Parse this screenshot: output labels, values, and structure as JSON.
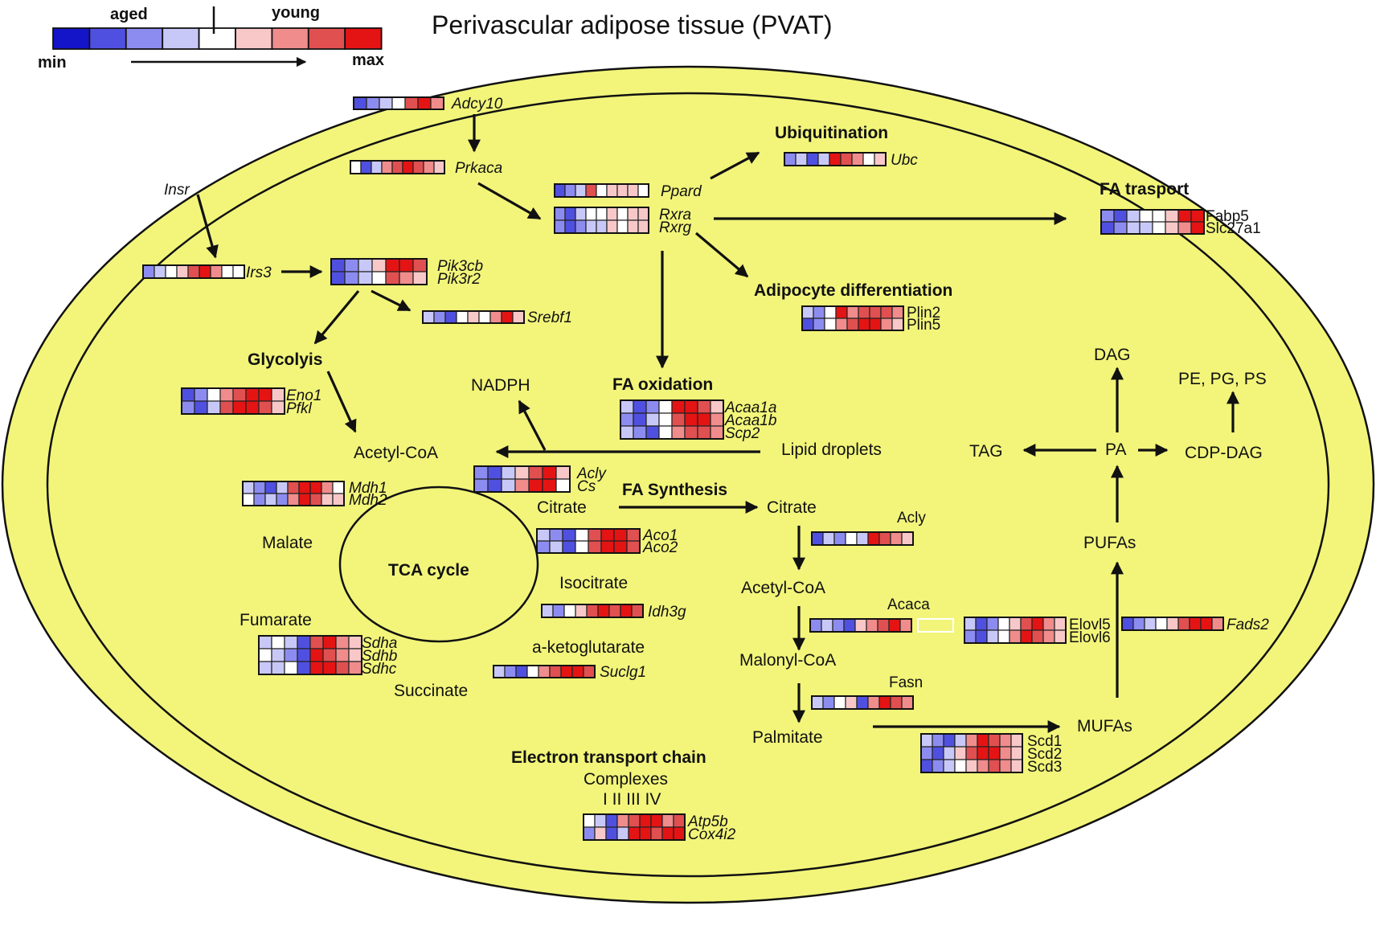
{
  "title": "Perivascular adipose tissue (PVAT)",
  "legend": {
    "aged": "aged",
    "young": "young",
    "min": "min",
    "max": "max",
    "colors": [
      "#1414c8",
      "#5050e0",
      "#8c8cf0",
      "#c8c8f8",
      "#ffffff",
      "#f8c8c8",
      "#f08c8c",
      "#e05050",
      "#e41414"
    ]
  },
  "colors": {
    "cell_background": "#f2f57a",
    "min": "#1a1ad0",
    "max": "#e41818"
  },
  "labels": {
    "ubiquitination": "Ubiquitination",
    "fa_transport": "FA trasport",
    "adipocyte_diff": "Adipocyte differentiation",
    "glycolysis": "Glycolyis",
    "fa_oxidation": "FA oxidation",
    "fa_synthesis": "FA Synthesis",
    "tca_cycle": "TCA cycle",
    "etc": "Electron transport chain",
    "complexes": "Complexes",
    "complex_numerals": "I II III IV",
    "insr": "Insr",
    "nadph": "NADPH",
    "acetyl_coa_left": "Acetyl-CoA",
    "lipid_droplets": "Lipid droplets",
    "citrate_left": "Citrate",
    "citrate_right": "Citrate",
    "malate": "Malate",
    "isocitrate": "Isocitrate",
    "fumarate": "Fumarate",
    "a_ketoglutarate": "a-ketoglutarate",
    "succinate": "Succinate",
    "acetyl_coa_right": "Acetyl-CoA",
    "malonyl_coa": "Malonyl-CoA",
    "palmitate": "Palmitate",
    "mufas": "MUFAs",
    "pufas": "PUFAs",
    "pa": "PA",
    "tag": "TAG",
    "dag": "DAG",
    "cdp_dag": "CDP-DAG",
    "pe_pg_ps": "PE, PG, PS"
  },
  "heatmaps": [
    {
      "id": "adcy10",
      "genes": [
        "Adcy10"
      ],
      "italic": true,
      "rows": [
        [
          1,
          2,
          3,
          4,
          7,
          8,
          6
        ]
      ]
    },
    {
      "id": "prkaca",
      "genes": [
        "Prkaca"
      ],
      "italic": true,
      "rows": [
        [
          4,
          1,
          3,
          6,
          7,
          8,
          7,
          6,
          5
        ]
      ]
    },
    {
      "id": "ppard",
      "genes": [
        "Ppard"
      ],
      "italic": true,
      "rows": [
        [
          1,
          2,
          3,
          7,
          4,
          5,
          5,
          5,
          4
        ]
      ]
    },
    {
      "id": "rxra",
      "genes": [
        "Rxra",
        "Rxrg"
      ],
      "italic": true,
      "rows": [
        [
          2,
          1,
          3,
          4,
          4,
          5,
          4,
          5,
          5
        ],
        [
          2,
          1,
          2,
          3,
          3,
          5,
          4,
          5,
          5
        ]
      ]
    },
    {
      "id": "ubc",
      "genes": [
        "Ubc"
      ],
      "italic": true,
      "rows": [
        [
          2,
          3,
          1,
          3,
          8,
          7,
          6,
          4,
          5
        ]
      ]
    },
    {
      "id": "fabp5",
      "genes": [
        "Fabp5",
        "Slc27a1"
      ],
      "italic": false,
      "rows": [
        [
          2,
          1,
          3,
          4,
          4,
          5,
          8,
          8
        ],
        [
          1,
          2,
          3,
          3,
          4,
          5,
          6,
          8
        ]
      ]
    },
    {
      "id": "irs3",
      "genes": [
        "Irs3"
      ],
      "italic": true,
      "rows": [
        [
          2,
          3,
          4,
          5,
          7,
          8,
          6,
          4,
          4
        ]
      ]
    },
    {
      "id": "pik3cb",
      "genes": [
        "Pik3cb",
        "Pik3r2"
      ],
      "italic": true,
      "rows": [
        [
          1,
          2,
          3,
          5,
          8,
          8,
          7
        ],
        [
          1,
          2,
          3,
          4,
          7,
          6,
          5
        ]
      ]
    },
    {
      "id": "srebf1",
      "genes": [
        "Srebf1"
      ],
      "italic": true,
      "rows": [
        [
          3,
          2,
          1,
          4,
          5,
          4,
          6,
          8,
          5
        ]
      ]
    },
    {
      "id": "plin",
      "genes": [
        "Plin2",
        "Plin5"
      ],
      "italic": false,
      "rows": [
        [
          3,
          2,
          4,
          8,
          6,
          7,
          7,
          7,
          6
        ],
        [
          1,
          2,
          4,
          6,
          7,
          8,
          8,
          6,
          5
        ]
      ]
    },
    {
      "id": "eno1",
      "genes": [
        "Eno1",
        "Pfkl"
      ],
      "italic": true,
      "rows": [
        [
          1,
          2,
          4,
          6,
          7,
          8,
          8,
          5
        ],
        [
          2,
          1,
          3,
          7,
          8,
          8,
          7,
          5
        ]
      ]
    },
    {
      "id": "acaa",
      "genes": [
        "Acaa1a",
        "Acaa1b",
        "Scp2"
      ],
      "italic": true,
      "rows": [
        [
          3,
          1,
          2,
          4,
          8,
          8,
          7,
          5
        ],
        [
          2,
          1,
          3,
          4,
          7,
          8,
          8,
          6
        ],
        [
          3,
          2,
          1,
          4,
          6,
          7,
          7,
          6
        ]
      ]
    },
    {
      "id": "acly_cs",
      "genes": [
        "Acly",
        "Cs"
      ],
      "italic": true,
      "rows": [
        [
          2,
          1,
          3,
          5,
          7,
          8,
          5
        ],
        [
          2,
          1,
          3,
          6,
          8,
          8,
          4
        ]
      ]
    },
    {
      "id": "mdh",
      "genes": [
        "Mdh1",
        "Mdh2"
      ],
      "italic": true,
      "rows": [
        [
          3,
          2,
          1,
          3,
          7,
          8,
          8,
          6,
          4
        ],
        [
          4,
          2,
          3,
          2,
          6,
          8,
          7,
          5,
          5
        ]
      ]
    },
    {
      "id": "aco",
      "genes": [
        "Aco1",
        "Aco2"
      ],
      "italic": true,
      "rows": [
        [
          3,
          2,
          1,
          4,
          7,
          8,
          8,
          7
        ],
        [
          2,
          3,
          1,
          4,
          7,
          8,
          8,
          7
        ]
      ]
    },
    {
      "id": "idh3g",
      "genes": [
        "Idh3g"
      ],
      "italic": true,
      "rows": [
        [
          3,
          2,
          4,
          5,
          7,
          8,
          7,
          8,
          7
        ]
      ]
    },
    {
      "id": "sdh",
      "genes": [
        "Sdha",
        "Sdhb",
        "Sdhc"
      ],
      "italic": true,
      "rows": [
        [
          3,
          4,
          3,
          1,
          7,
          8,
          6,
          5
        ],
        [
          4,
          3,
          2,
          1,
          8,
          7,
          6,
          5
        ],
        [
          3,
          3,
          4,
          1,
          8,
          8,
          7,
          6
        ]
      ]
    },
    {
      "id": "suclg1",
      "genes": [
        "Suclg1"
      ],
      "italic": true,
      "rows": [
        [
          3,
          2,
          1,
          4,
          6,
          7,
          8,
          8,
          7
        ]
      ]
    },
    {
      "id": "acly2",
      "genes": [
        "Acly"
      ],
      "italic": false,
      "rows": [
        [
          1,
          3,
          2,
          4,
          3,
          8,
          7,
          6,
          5
        ]
      ]
    },
    {
      "id": "acaca",
      "genes": [
        "Acaca"
      ],
      "italic": false,
      "rows": [
        [
          2,
          3,
          2,
          1,
          5,
          6,
          7,
          8,
          6
        ]
      ]
    },
    {
      "id": "elovl",
      "genes": [
        "Elovl5",
        "Elovl6"
      ],
      "italic": false,
      "rows": [
        [
          3,
          1,
          2,
          4,
          5,
          7,
          8,
          6,
          5
        ],
        [
          2,
          1,
          3,
          4,
          6,
          8,
          7,
          6,
          5
        ]
      ]
    },
    {
      "id": "fads2",
      "genes": [
        "Fads2"
      ],
      "italic": true,
      "rows": [
        [
          1,
          2,
          3,
          4,
          5,
          7,
          8,
          8,
          6
        ]
      ]
    },
    {
      "id": "fasn",
      "genes": [
        "Fasn"
      ],
      "italic": false,
      "rows": [
        [
          3,
          2,
          4,
          5,
          1,
          6,
          8,
          7,
          6
        ]
      ]
    },
    {
      "id": "scd",
      "genes": [
        "Scd1",
        "Scd2",
        "Scd3"
      ],
      "italic": false,
      "rows": [
        [
          3,
          2,
          1,
          3,
          6,
          8,
          7,
          6,
          5
        ],
        [
          2,
          1,
          3,
          5,
          7,
          8,
          8,
          6,
          5
        ],
        [
          1,
          2,
          3,
          4,
          5,
          6,
          7,
          6,
          5
        ]
      ]
    },
    {
      "id": "atp5b",
      "genes": [
        "Atp5b",
        "Cox4i2"
      ],
      "italic": true,
      "rows": [
        [
          4,
          3,
          1,
          6,
          7,
          8,
          8,
          6,
          7
        ],
        [
          2,
          5,
          1,
          3,
          8,
          8,
          7,
          8,
          8
        ]
      ]
    }
  ]
}
